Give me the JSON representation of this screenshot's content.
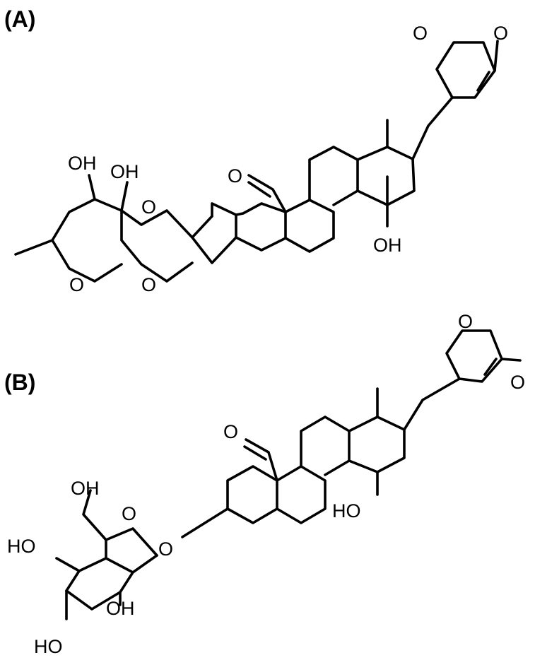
{
  "panels": {
    "a": {
      "label": "(A)",
      "atoms": {
        "lactone_O": "O",
        "carbonyl_O": "O",
        "aldehyde_O": "O",
        "hydroxyl_14": "OH",
        "sugar_oh_upper": "OH",
        "sugar_oh_anomeric": "OH",
        "dioxane_O_upper": "O",
        "dioxane_O_lower": "O",
        "pyran_O": "O"
      }
    },
    "b": {
      "label": "(B)",
      "atoms": {
        "lactone_O": "O",
        "carbonyl_O": "O",
        "aldehyde_O": "O",
        "hydroxyl_14": "HO",
        "glycoside_O": "O",
        "pyranose_O": "O",
        "oh_ch2": "OH",
        "oh_c4": "HO",
        "oh_c2": "OH",
        "oh_c3": "HO"
      }
    }
  }
}
